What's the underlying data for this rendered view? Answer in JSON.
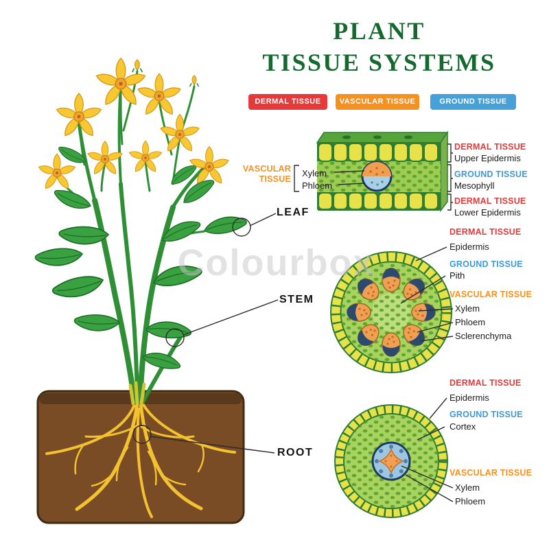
{
  "title": {
    "line1": "PLANT",
    "line2": "TISSUE SYSTEMS"
  },
  "legend": {
    "dermal": {
      "label": "DERMAL TISSUE",
      "color": "#e63a3a"
    },
    "vascular": {
      "label": "VASCULAR TISSUE",
      "color": "#f59120"
    },
    "ground": {
      "label": "GROUND TISSUE",
      "color": "#45a1d8"
    }
  },
  "plant": {
    "leaf_label": "LEAF",
    "stem_label": "STEM",
    "root_label": "ROOT"
  },
  "leaf_section": {
    "vascular_heading_line1": "VASCULAR",
    "vascular_heading_line2": "TISSUE",
    "xylem": "Xylem",
    "phloem": "Phloem",
    "dermal_upper_heading": "DERMAL TISSUE",
    "dermal_upper_sub": "Upper Epidermis",
    "ground_heading": "GROUND TISSUE",
    "ground_sub": "Mesophyll",
    "dermal_lower_heading": "DERMAL TISSUE",
    "dermal_lower_sub": "Lower Epidermis"
  },
  "stem_section": {
    "dermal_heading": "DERMAL TISSUE",
    "dermal_sub": "Epidermis",
    "ground_heading": "GROUND TISSUE",
    "ground_sub": "Pith",
    "vascular_heading": "VASCULAR TISSUE",
    "vascular_items": [
      "Xylem",
      "Phloem",
      "Sclerenchyma"
    ]
  },
  "root_section": {
    "dermal_heading": "DERMAL TISSUE",
    "dermal_sub": "Epidermis",
    "ground_heading": "GROUND TISSUE",
    "ground_sub": "Cortex",
    "vascular_heading": "VASCULAR TISSUE",
    "vascular_items": [
      "Xylem",
      "Phloem"
    ]
  },
  "watermark": "Colourbox",
  "colors": {
    "title_green": "#15682e",
    "dermal_red": "#e63a3a",
    "vascular_orange": "#f59120",
    "ground_blue": "#45a1d8",
    "soil_brown": "#7a4c25",
    "root_yellow": "#f2c230",
    "leaf_green": "#3aa140",
    "cell_yellow": "#e8e24a"
  }
}
